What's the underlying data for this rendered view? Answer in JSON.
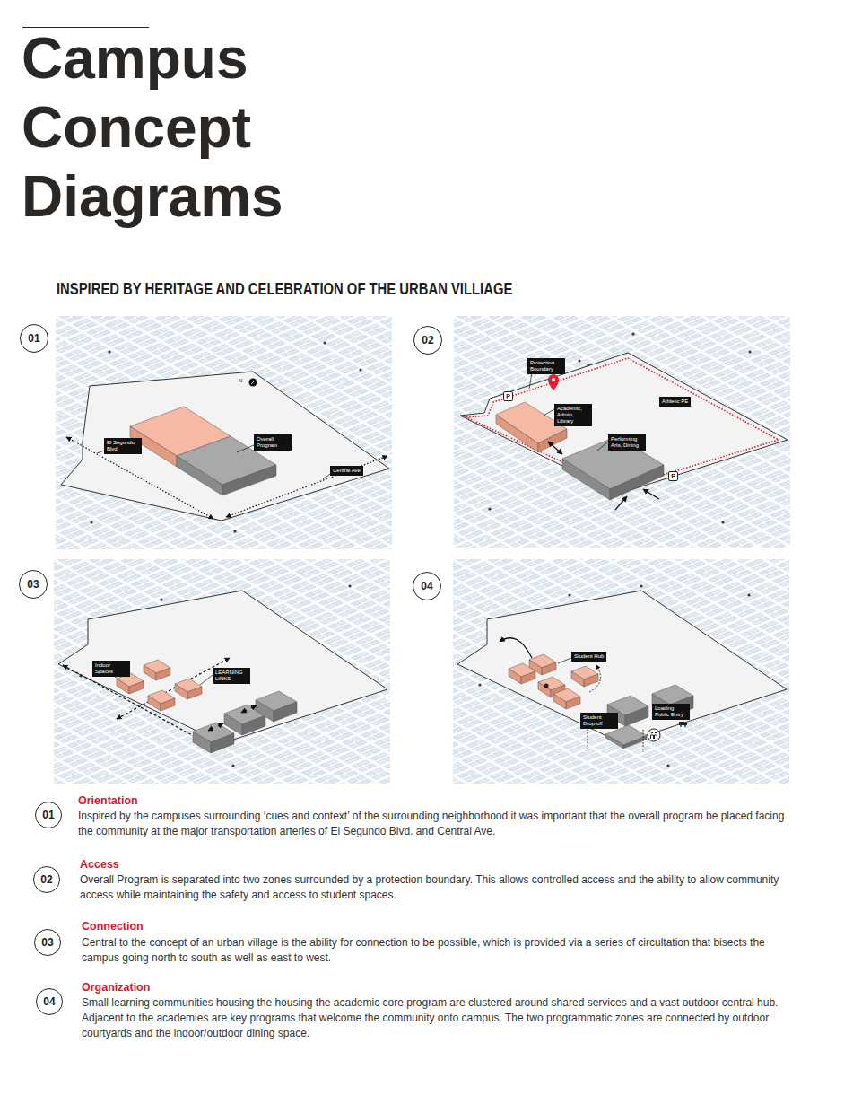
{
  "diagram": {
    "title": "Campus Concept Diagrams",
    "nodes": [
      {
        "text": [
          "01"
        ]
      },
      {
        "text": [
          "El Segundo Blvd"
        ]
      },
      {
        "text": [
          "Overall Program"
        ]
      },
      {
        "text": [
          "Central Ave"
        ]
      },
      {
        "text": [
          "02"
        ]
      },
      {
        "text": [
          "Protection Boundary"
        ]
      },
      {
        "text": [
          "P"
        ]
      },
      {
        "text": [
          "Academic, Admin, Library"
        ]
      },
      {
        "text": [
          "Athletic PE"
        ]
      },
      {
        "text": [
          "Performing Arts, Dining"
        ]
      },
      {
        "text": [
          "P"
        ]
      },
      {
        "text": [
          "03"
        ]
      },
      {
        "text": [
          "Indoor Spaces"
        ]
      },
      {
        "text": [
          "LEARNING LINKS"
        ]
      },
      {
        "text": [
          "04"
        ]
      },
      {
        "text": [
          "Student Hub"
        ]
      },
      {
        "text": [
          "Student Drop-off"
        ]
      },
      {
        "text": [
          "Loading Public Entry"
        ]
      },
      {
        "text": [
          "01"
        ]
      },
      {
        "text": [
          "02"
        ]
      },
      {
        "text": [
          "03"
        ]
      },
      {
        "text": [
          "04"
        ]
      }
    ],
    "labels": [
      "INSPIRED BY HERITAGE AND CELEBRATION OF THE URBAN VILLIAGE",
      "N",
      "Orientation",
      "Inspired by the campuses surrounding ‘cues and context’ of the surrounding neighborhood it was important that the overall program be placed facing the community at the major transportation arteries of El Segundo Blvd. and Central Ave.",
      "Access",
      "Overall Program is separated into two zones surrounded by a protection boundary. This allows controlled access and the ability to allow community access while maintaining the safety and access to student spaces.",
      "Connection",
      "Central to the concept of an urban village is the ability for connection to be possible, which is provided via a series of circultation that bisects the campus going north to south as well as east to west.",
      "Organization",
      "Small learning communities housing the housing the academic core program are clustered around shared services and a vast outdoor central hub. Adjacent to the academies are key programs that welcome the community onto campus. The two programmatic zones are connected by outdoor courtyards and the indoor/outdoor dining space."
    ]
  }
}
